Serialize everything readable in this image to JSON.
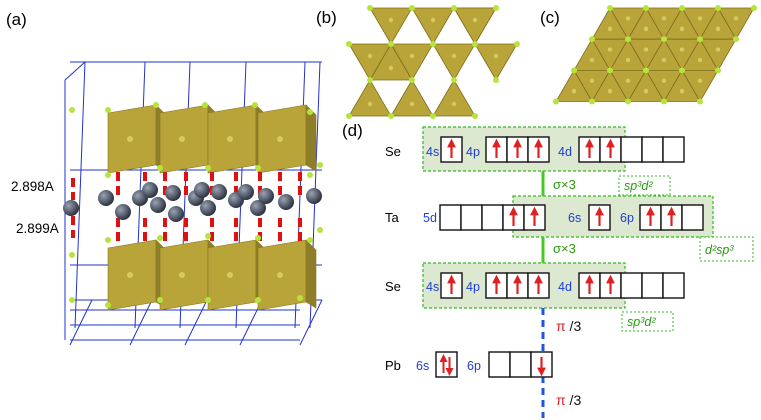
{
  "panels": {
    "a": "(a)",
    "b": "(b)",
    "c": "(c)",
    "d": "(d)"
  },
  "bond_lengths": {
    "upper": "2.898A",
    "lower": "2.899A"
  },
  "levels": {
    "se_top": {
      "element": "Se",
      "orbitals": [
        "4s",
        "4p",
        "4d"
      ],
      "hybrid": "sp³d²"
    },
    "ta": {
      "element": "Ta",
      "orbitals": [
        "5d",
        "6s",
        "6p"
      ],
      "hybrid": "d²sp³"
    },
    "se_bottom": {
      "element": "Se",
      "orbitals": [
        "4s",
        "4p",
        "4d"
      ],
      "hybrid": "sp³d²"
    },
    "pb": {
      "element": "Pb",
      "orbitals": [
        "6s",
        "6p"
      ]
    }
  },
  "bond_labels": {
    "sigma_top": "σ×3",
    "sigma_bottom": "σ×3",
    "pi_top_symbol": "π",
    "pi_top_frac": " /3",
    "pi_bottom_symbol": "π",
    "pi_bottom_frac": " /3"
  },
  "colors": {
    "orbital_label": "#1f3fd0",
    "arrow": "#e02020",
    "sigma_line": "#44cc22",
    "pi_line": "#2255dd",
    "hybrid_text": "#2a9a10",
    "hybrid_box": "#33bb22",
    "highlight_fill": "#dce8cf",
    "polyhedron": "#b9a43a",
    "atom_se": "#b6e43c",
    "atom_pb": "#4a5160",
    "cell_line": "#2233cc",
    "bond_red": "#dd1111"
  }
}
